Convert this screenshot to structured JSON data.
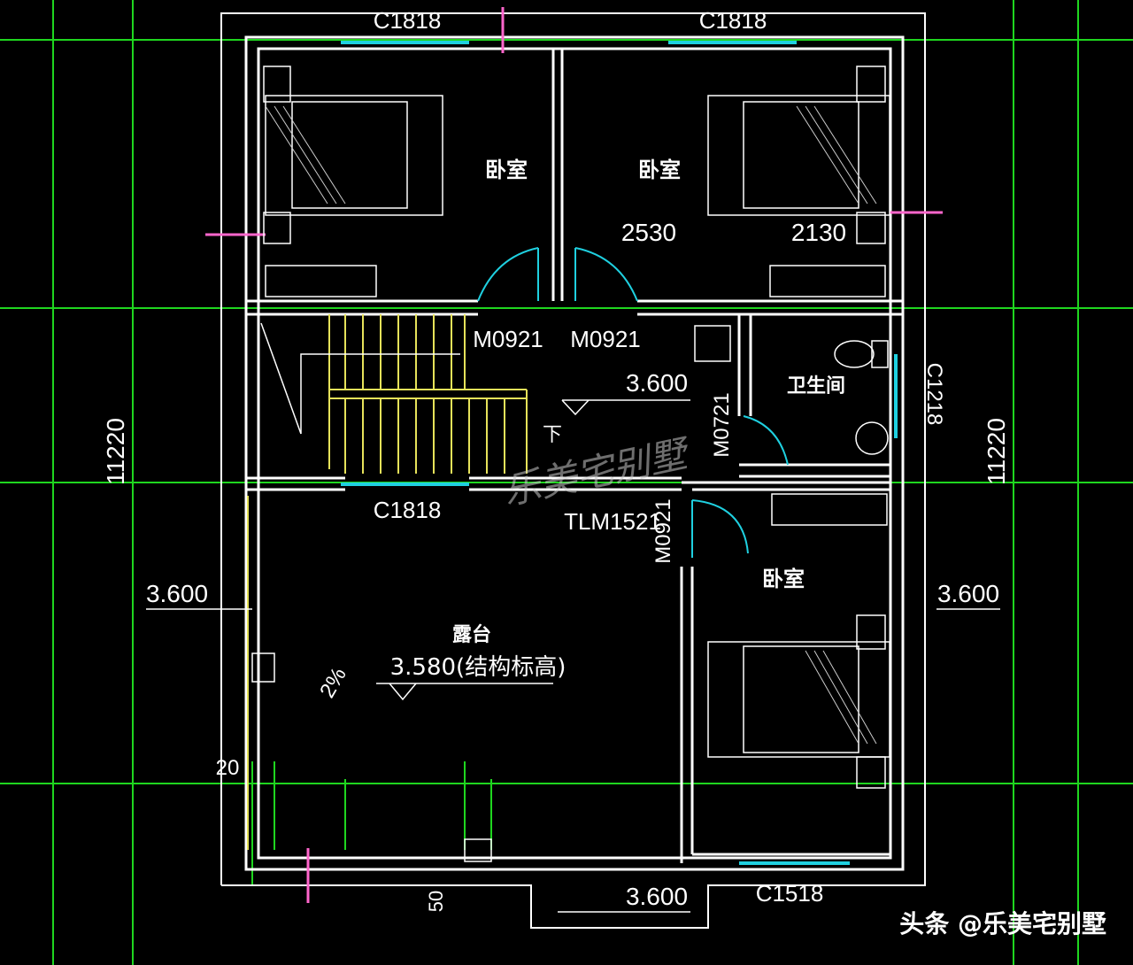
{
  "windows": {
    "top_left": "C1818",
    "top_right": "C1818",
    "stair": "C1818",
    "bathroom": "C1218",
    "bottom": "C1518"
  },
  "doors": {
    "bedroom1": "M0921",
    "bedroom2": "M0921",
    "bathroom": "M0721",
    "bedroom3": "M0921",
    "terrace": "TLM1521"
  },
  "rooms": {
    "bedroom1": "卧室",
    "bedroom2": "卧室",
    "bathroom": "卫生间",
    "bedroom3": "卧室",
    "terrace": "露台"
  },
  "dimensions": {
    "wardrobe_left": "2530",
    "wardrobe_right": "2130",
    "floor_level": "3.600",
    "terrace_level": "3.580(结构标高)",
    "slope": "2%",
    "stair_down": "下",
    "level_left": "3.600",
    "level_right": "3.600",
    "level_bottom": "3.600",
    "overall_left": "11220",
    "overall_right": "11220",
    "small_left": "20",
    "small_bottom": "50"
  },
  "watermark": "乐美宅别墅",
  "credit": "头条 @乐美宅别墅"
}
